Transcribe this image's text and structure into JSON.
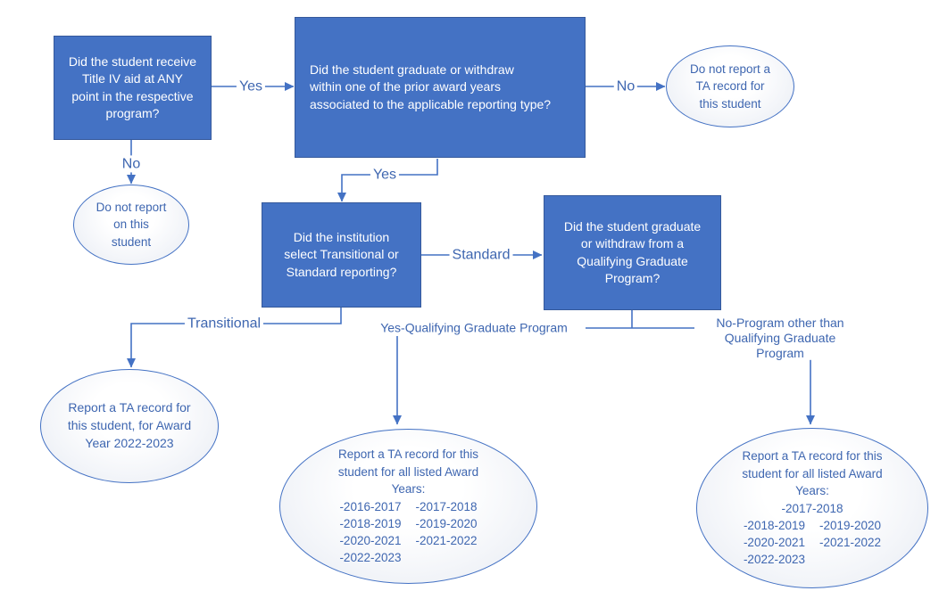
{
  "diagram": {
    "title": "Title IV aid TA reporting decision flowchart",
    "colors": {
      "node_fill": "#4472C4",
      "node_border": "#35599B",
      "node_text": "#FFFFFF",
      "connector": "#4472C4",
      "label_text": "#3E66B0",
      "terminal_border": "#4472C4",
      "terminal_fill_edge": "#E5EAF3",
      "terminal_text": "#3E66B0",
      "background": "#FFFFFF"
    },
    "boxes": {
      "q1": {
        "text": "Did the student receive\nTitle IV aid at ANY\npoint in the respective\nprogram?"
      },
      "q2": {
        "text": "Did the student graduate or withdraw\nwithin one of the prior award years\nassociated to the applicable reporting type?"
      },
      "q3": {
        "text": "Did the institution\nselect Transitional or\nStandard reporting?"
      },
      "q4": {
        "text": "Did the student graduate\nor withdraw from a\nQualifying Graduate\nProgram?"
      }
    },
    "terminals": {
      "no_ta_record": {
        "text": "Do not report a\nTA record for\nthis student"
      },
      "no_report": {
        "text": "Do not report\non this\nstudent"
      },
      "report_2022_2023": {
        "text": "Report a TA record for\nthis student, for Award\nYear 2022-2023"
      },
      "report_all_qgp": {
        "title": "Report a TA record for this\nstudent for all listed Award\nYears:",
        "year_rows": [
          [
            "-2016-2017",
            "-2017-2018"
          ],
          [
            "-2018-2019",
            "-2019-2020"
          ],
          [
            "-2020-2021",
            "-2021-2022"
          ],
          [
            "-2022-2023"
          ]
        ]
      },
      "report_all_other": {
        "title": "Report a TA record for this\nstudent for all listed Award\nYears:",
        "year_rows": [
          [
            "-2017-2018"
          ],
          [
            "-2018-2019",
            "-2019-2020"
          ],
          [
            "-2020-2021",
            "-2021-2022"
          ],
          [
            "-2022-2023"
          ]
        ]
      }
    },
    "labels": {
      "yes1": "Yes",
      "no1": "No",
      "no2": "No",
      "yes2": "Yes",
      "standard": "Standard",
      "transitional": "Transitional",
      "yes_qgp": "Yes-Qualifying Graduate Program",
      "no_qgp": "No-Program other than\nQualifying Graduate Program"
    }
  }
}
